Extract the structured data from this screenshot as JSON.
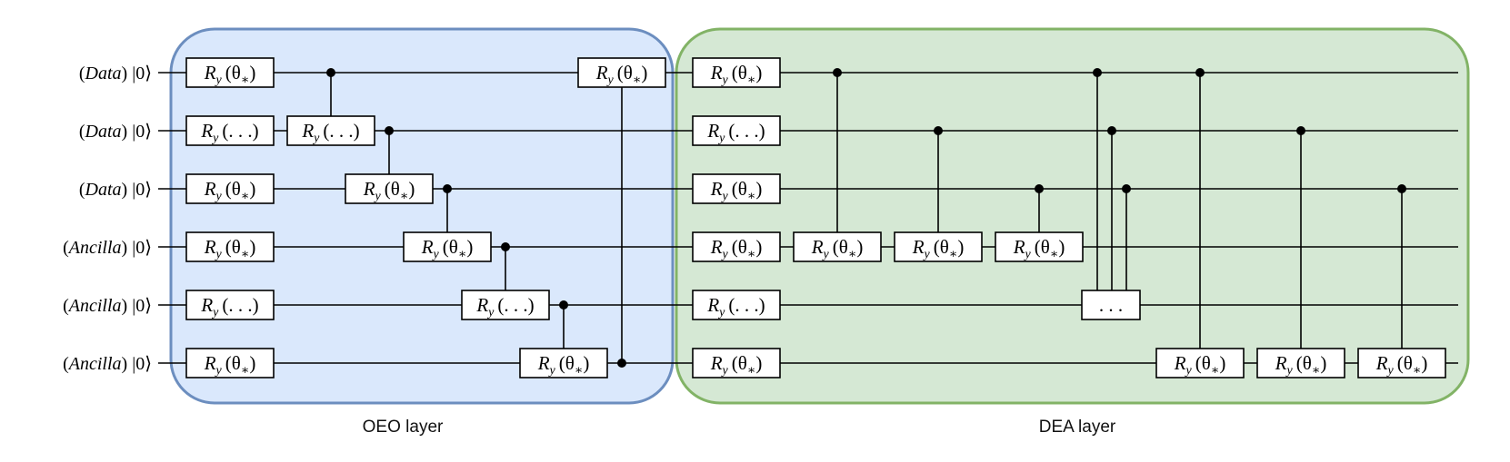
{
  "qubit_labels": [
    {
      "role": "Data",
      "ket": "|0⟩"
    },
    {
      "role": "Data",
      "ket": "|0⟩"
    },
    {
      "role": "Data",
      "ket": "|0⟩"
    },
    {
      "role": "Ancilla",
      "ket": "|0⟩"
    },
    {
      "role": "Ancilla",
      "ket": "|0⟩"
    },
    {
      "role": "Ancilla",
      "ket": "|0⟩"
    }
  ],
  "layers": [
    {
      "id": "oeo",
      "label": "OEO layer",
      "fill": "#dae8fc",
      "stroke": "#6c8ebf"
    },
    {
      "id": "dea",
      "label": "DEA layer",
      "fill": "#d5e8d4",
      "stroke": "#82b366"
    }
  ],
  "gate_symbols": {
    "base": "R",
    "sub": "y",
    "theta": "(θ",
    "star": "∗",
    "close": ")",
    "dots": "(. . .)",
    "ellipsis_box": ". . ."
  },
  "gates": [
    {
      "layer": "oeo",
      "qubit": 0,
      "arg": "theta"
    },
    {
      "layer": "oeo",
      "qubit": 1,
      "arg": "dots"
    },
    {
      "layer": "oeo",
      "qubit": 2,
      "arg": "theta"
    },
    {
      "layer": "oeo",
      "qubit": 3,
      "arg": "theta"
    },
    {
      "layer": "oeo",
      "qubit": 4,
      "arg": "dots"
    },
    {
      "layer": "oeo",
      "qubit": 5,
      "arg": "theta"
    },
    {
      "layer": "oeo",
      "qubit": 1,
      "arg": "dots",
      "controlled_by": [
        0
      ]
    },
    {
      "layer": "oeo",
      "qubit": 2,
      "arg": "theta",
      "controlled_by": [
        1
      ]
    },
    {
      "layer": "oeo",
      "qubit": 3,
      "arg": "theta",
      "controlled_by": [
        2
      ]
    },
    {
      "layer": "oeo",
      "qubit": 4,
      "arg": "dots",
      "controlled_by": [
        3
      ]
    },
    {
      "layer": "oeo",
      "qubit": 5,
      "arg": "theta",
      "controlled_by": [
        4
      ]
    },
    {
      "layer": "oeo",
      "qubit": 0,
      "arg": "theta",
      "controlled_by": [
        5
      ]
    },
    {
      "layer": "dea",
      "qubit": 0,
      "arg": "theta"
    },
    {
      "layer": "dea",
      "qubit": 1,
      "arg": "dots"
    },
    {
      "layer": "dea",
      "qubit": 2,
      "arg": "theta"
    },
    {
      "layer": "dea",
      "qubit": 3,
      "arg": "theta"
    },
    {
      "layer": "dea",
      "qubit": 4,
      "arg": "dots"
    },
    {
      "layer": "dea",
      "qubit": 5,
      "arg": "theta"
    },
    {
      "layer": "dea",
      "qubit": 3,
      "arg": "theta",
      "controlled_by": [
        0
      ]
    },
    {
      "layer": "dea",
      "qubit": 3,
      "arg": "theta",
      "controlled_by": [
        1
      ]
    },
    {
      "layer": "dea",
      "qubit": 3,
      "arg": "theta",
      "controlled_by": [
        2
      ]
    },
    {
      "layer": "dea",
      "qubit": 4,
      "arg": "ellipsis",
      "controlled_by": [
        0,
        1,
        2
      ]
    },
    {
      "layer": "dea",
      "qubit": 5,
      "arg": "theta",
      "controlled_by": [
        0
      ]
    },
    {
      "layer": "dea",
      "qubit": 5,
      "arg": "theta",
      "controlled_by": [
        1
      ]
    },
    {
      "layer": "dea",
      "qubit": 5,
      "arg": "theta",
      "controlled_by": [
        2
      ]
    }
  ]
}
